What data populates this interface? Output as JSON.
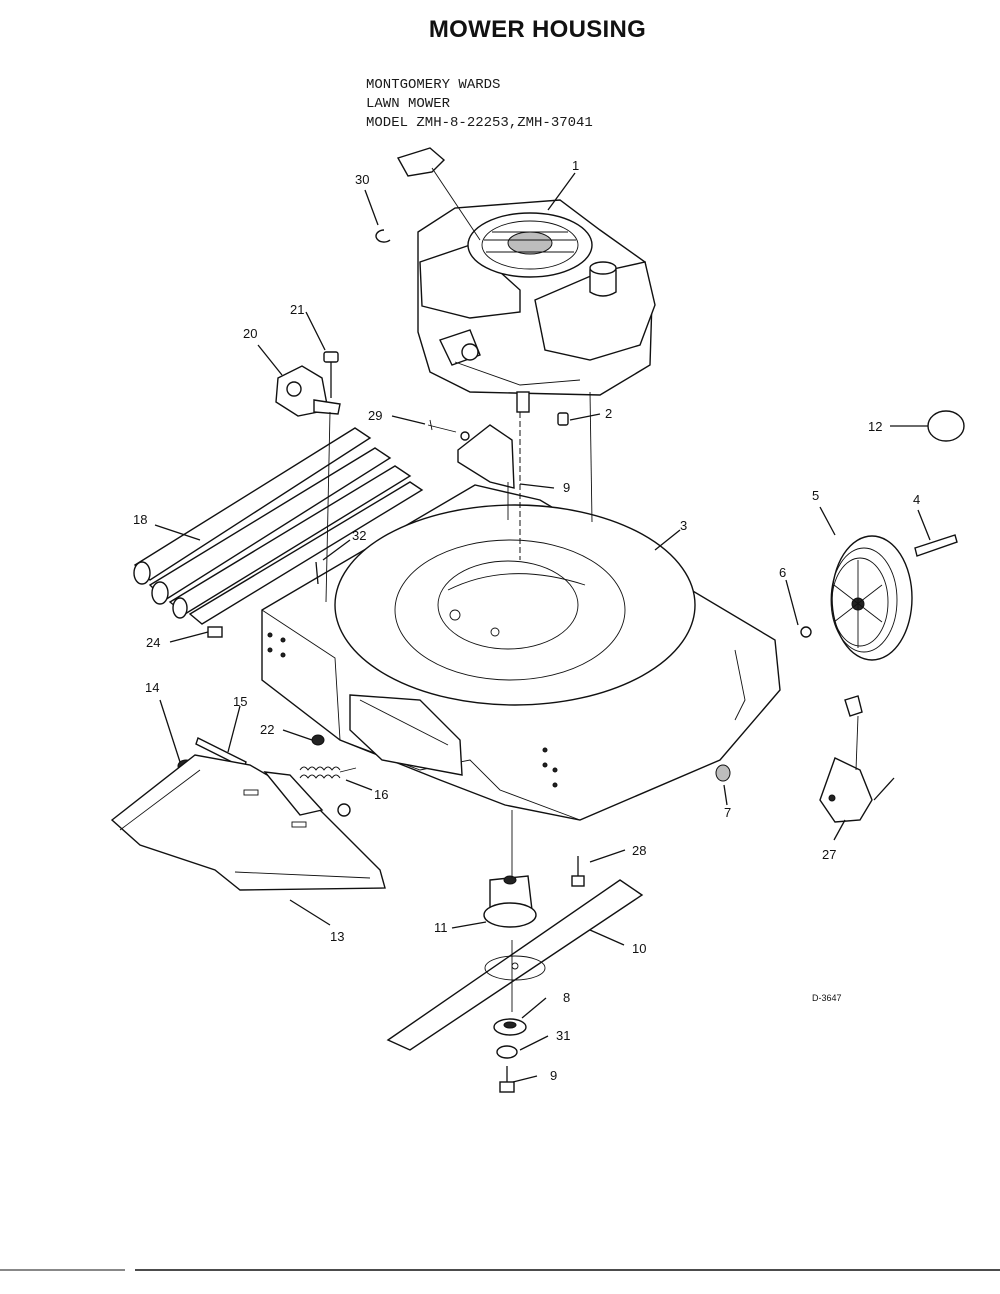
{
  "title": "MOWER HOUSING",
  "header_lines": [
    "MONTGOMERY WARDS",
    "LAWN MOWER",
    "MODEL ZMH-8-22253,ZMH-37041"
  ],
  "drawing_code": "D-3647",
  "callouts": {
    "c1": "1",
    "c2": "2",
    "c3": "3",
    "c4": "4",
    "c5": "5",
    "c6": "6",
    "c7": "7",
    "c8": "8",
    "c9a": "9",
    "c9b": "9",
    "c10": "10",
    "c11": "11",
    "c12": "12",
    "c13": "13",
    "c14": "14",
    "c15": "15",
    "c16": "16",
    "c18": "18",
    "c20": "20",
    "c21": "21",
    "c22": "22",
    "c24": "24",
    "c27": "27",
    "c28": "28",
    "c29": "29",
    "c30": "30",
    "c31": "31",
    "c32": "32"
  }
}
